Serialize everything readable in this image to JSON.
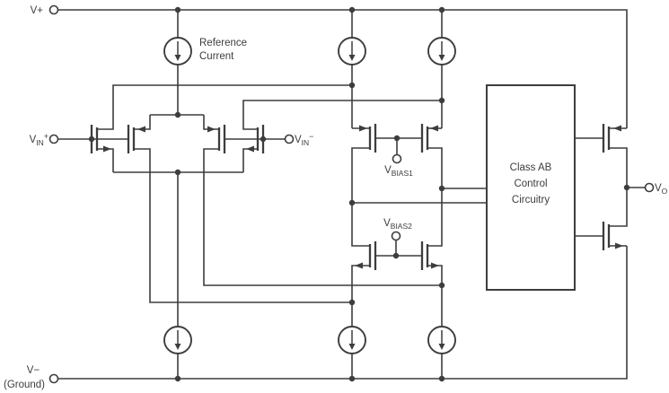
{
  "colors": {
    "line": "#3d3d3d",
    "background": "#ffffff"
  },
  "symbols": {
    "current_source": "circle-with-down-arrow",
    "junction": "filled-dot",
    "terminal": "open-circle",
    "transistor": "two-bar-mosfet-symbol"
  },
  "labels": {
    "v_plus": "V+",
    "v_minus": "V−",
    "ground": "(Ground)",
    "reference_line1": "Reference",
    "reference_line2": "Current",
    "class_ab_line1": "Class AB",
    "class_ab_line2": "Control",
    "class_ab_line3": "Circuitry"
  },
  "signals": {
    "vin_plus": {
      "base": "V",
      "sub": "IN",
      "sup": "+"
    },
    "vin_minus": {
      "base": "V",
      "sub": "IN",
      "sup": "−"
    },
    "vbias1": {
      "base": "V",
      "sub": "BIAS1"
    },
    "vbias2": {
      "base": "V",
      "sub": "BIAS2"
    },
    "vout": {
      "base": "V",
      "sub": "O"
    }
  }
}
